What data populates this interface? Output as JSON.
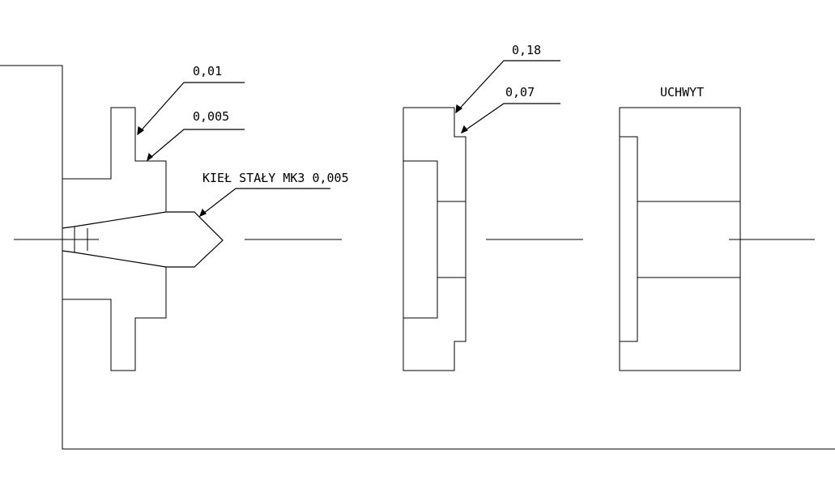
{
  "labels": {
    "tol_a": "0,01",
    "tol_b": "0,005",
    "center_label": "KIEŁ STAŁY MK3 0,005",
    "tol_c": "0,18",
    "tol_d": "0,07",
    "chuck_label": "UCHWYT"
  },
  "colors": {
    "line": "#000000",
    "background": "#ffffff"
  }
}
